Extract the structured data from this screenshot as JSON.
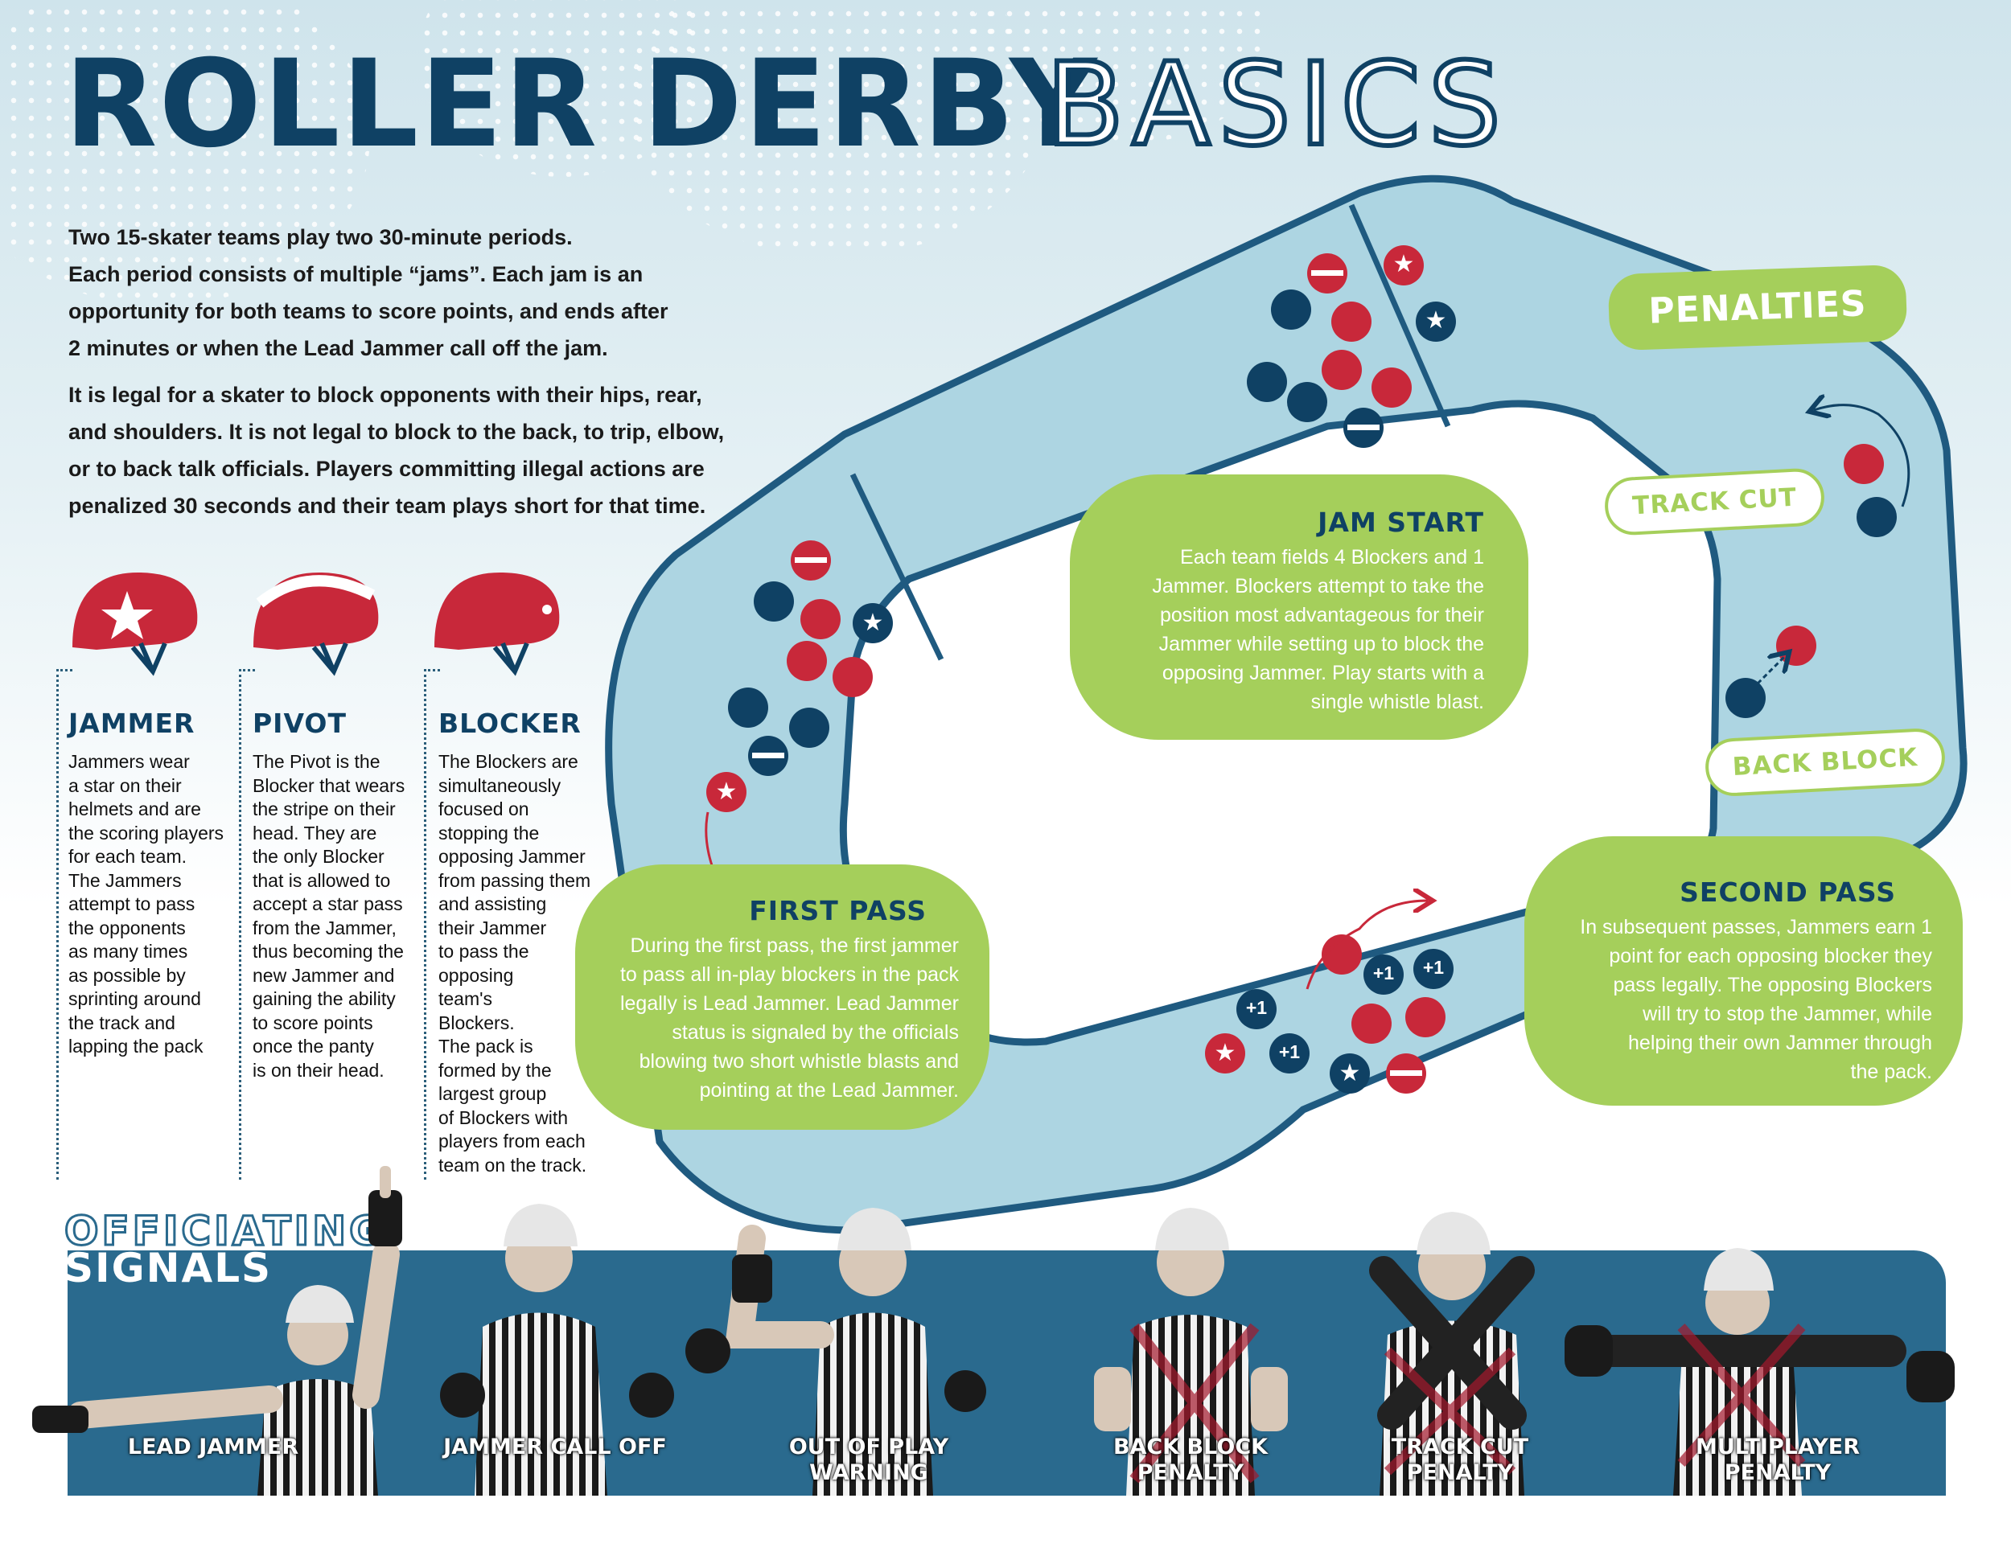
{
  "title": {
    "main": "ROLLER DERBY",
    "secondary": "BASICS"
  },
  "intro": {
    "line1": "Two 15-skater teams play two 30-minute periods.",
    "line2": "Each period consists of multiple “jams”. Each jam is an",
    "line3": "opportunity for both teams to score points, and ends after",
    "line4": "2 minutes or when the Lead Jammer call off the jam.",
    "line5": "It is legal for a skater to block opponents with their hips, rear,",
    "line6": "and shoulders. It is not legal to block to the back, to trip, elbow,",
    "line7": "or to back talk officials. Players committing illegal actions are",
    "line8": "penalized 30 seconds and their team plays short for that time."
  },
  "roles": [
    {
      "title": "JAMMER",
      "icon": "star-helmet-icon",
      "lines": [
        "Jammers wear",
        "a star on their",
        "helmets and are",
        "the scoring players",
        "for each team.",
        "The Jammers",
        "attempt to pass",
        "the opponents",
        "as many times",
        "as possible by",
        "sprinting around",
        "the track and",
        "lapping the pack"
      ]
    },
    {
      "title": "PIVOT",
      "icon": "stripe-helmet-icon",
      "lines": [
        "The Pivot is the",
        "Blocker that wears",
        "the stripe on their",
        "head. They are",
        "the only Blocker",
        "that is allowed to",
        "accept a star pass",
        "from the Jammer,",
        "thus becoming the",
        "new Jammer and",
        "gaining the ability",
        "to score points",
        "once the panty",
        "is on their head."
      ]
    },
    {
      "title": "BLOCKER",
      "icon": "plain-helmet-icon",
      "lines": [
        "The Blockers are",
        "simultaneously",
        "focused on",
        "stopping the",
        "opposing Jammer",
        "from passing them",
        "and assisting",
        "their Jammer",
        "to pass the",
        "opposing",
        "team's",
        "Blockers.",
        "The pack is",
        "formed by the",
        "largest group",
        "of Blockers with",
        "players from each",
        "team on the track."
      ]
    }
  ],
  "bubbles": {
    "jam_start": {
      "title": "JAM START",
      "lines": [
        "Each team fields 4 Blockers and 1",
        "Jammer. Blockers attempt to take the",
        "position most advantageous for their",
        "Jammer while setting up to block the",
        "opposing Jammer. Play starts with a",
        "single whistle blast."
      ]
    },
    "first_pass": {
      "title": "FIRST PASS",
      "lines": [
        "During the first pass, the first jammer",
        "to pass all in-play blockers in the pack",
        "legally is Lead Jammer. Lead Jammer",
        "status is signaled by the officials",
        "blowing two short whistle blasts and",
        "pointing at the Lead Jammer."
      ]
    },
    "second_pass": {
      "title": "SECOND PASS",
      "lines": [
        "In subsequent passes, Jammers earn 1",
        "point for each opposing blocker they",
        "pass legally. The opposing Blockers",
        "will try to stop the Jammer, while",
        "helping their own Jammer through",
        "the pack."
      ]
    }
  },
  "penalties": {
    "title": "PENALTIES",
    "track_cut": "TRACK CUT",
    "back_block": "BACK BLOCK"
  },
  "points_label": "+1",
  "signals": {
    "title_line1": "OFFICIATING",
    "title_line2": "SIGNALS",
    "items": [
      "LEAD JAMMER",
      "JAMMER CALL OFF",
      "OUT OF PLAY\nWARNING",
      "BACK BLOCK PENALTY",
      "TRACK CUT PENALTY",
      "MULTIPLAYER PENALTY"
    ]
  },
  "colors": {
    "navy": "#0f4164",
    "red": "#c8283a",
    "green": "#a5cf5b",
    "track": "#add5e2",
    "signals_band": "#2a6a8e"
  }
}
